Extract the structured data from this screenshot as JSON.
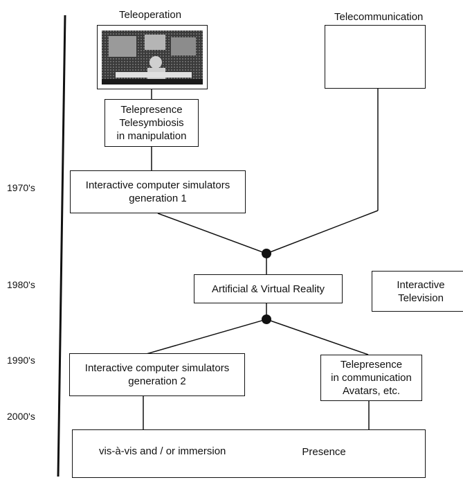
{
  "columns": {
    "left_heading": "Teleoperation",
    "right_heading": "Telecommunication"
  },
  "decades": [
    "1970's",
    "1980's",
    "1990's",
    "2000's"
  ],
  "boxes": {
    "telepresence_manipulation": [
      "Telepresence",
      "Telesymbiosis",
      "in manipulation"
    ],
    "simulators_gen1": [
      "Interactive computer simulators",
      "generation 1"
    ],
    "artificial_virtual_reality": [
      "Artificial & Virtual Reality"
    ],
    "interactive_television": [
      "Interactive",
      "Television"
    ],
    "simulators_gen2": [
      "Interactive computer simulators",
      "generation 2"
    ],
    "telepresence_communication": [
      "Telepresence",
      "in communication",
      "Avatars, etc."
    ]
  },
  "bottom_box": {
    "left_text": "vis-à-vis and / or immersion",
    "right_text": "Presence"
  },
  "colors": {
    "ink": "#111111",
    "paper": "#ffffff"
  }
}
